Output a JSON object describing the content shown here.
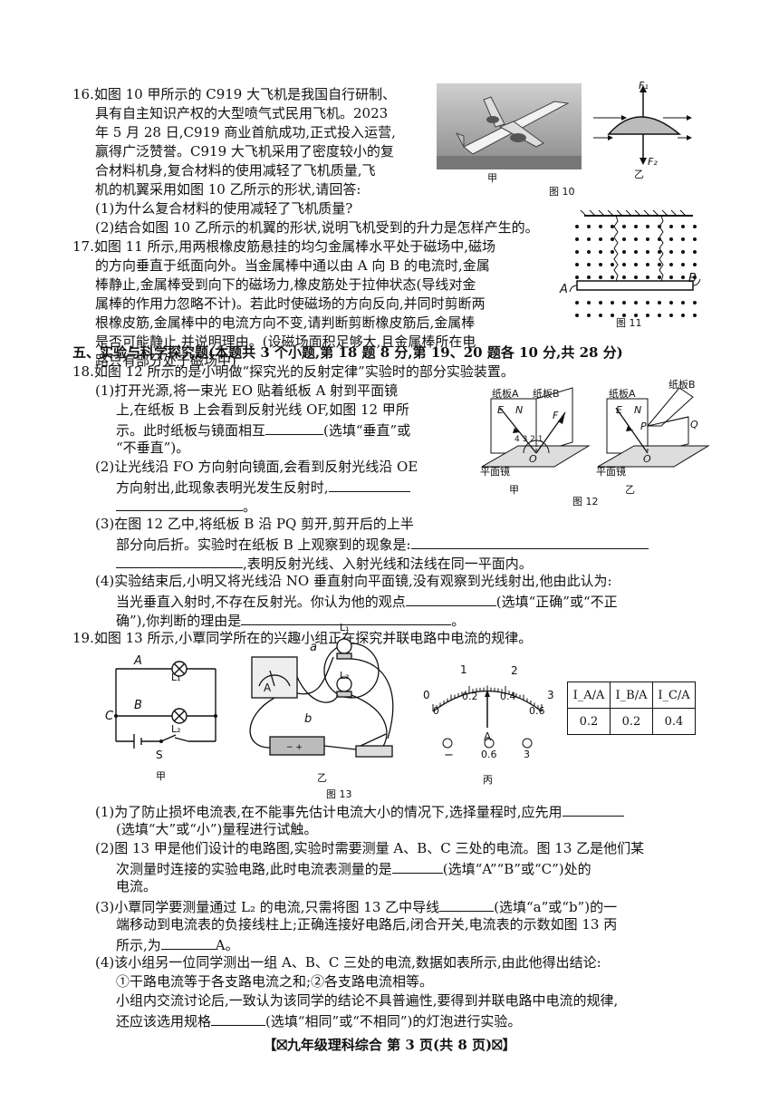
{
  "q16": {
    "lines": [
      "16.如图 10 甲所示的 C919 大飞机是我国自行研制、",
      "具有自主知识产权的大型喷气式民用飞机。2023",
      "年 5 月 28 日,C919 商业首航成功,正式投入运营,",
      "赢得广泛赞誉。C919 大飞机采用了密度较小的复",
      "合材料机身,复合材料的使用减轻了飞机质量,飞",
      "机的机翼采用如图 10 乙所示的形状,请回答:",
      "(1)为什么复合材料的使用减轻了飞机质量?",
      "(2)结合如图 10 乙所示的机翼的形状,说明飞机受到的升力是怎样产生的。"
    ],
    "fig_jia": "甲",
    "fig_yi": "乙",
    "fig_caption": "图 10",
    "f1": "F₁",
    "f2": "F₂"
  },
  "q17": {
    "lines": [
      "17.如图 11 所示,用两根橡皮筋悬挂的均匀金属棒水平处于磁场中,磁场",
      "的方向垂直于纸面向外。当金属棒中通以由 A 向 B 的电流时,金属",
      "棒静止,金属棒受到向下的磁场力,橡皮筋处于拉伸状态(导线对金",
      "属棒的作用力忽略不计)。若此时使磁场的方向反向,并同时剪断两",
      "根橡皮筋,金属棒中的电流方向不变,请判断剪断橡皮筋后,金属棒",
      "是否可能静止,并说明理由。(设磁场面积足够大,且金属棒所在电",
      "路只有部分处于磁场中)"
    ],
    "label_a": "A",
    "label_b": "B",
    "fig_caption": "图 11"
  },
  "section5": "五、实验与科学探究题(本题共 3 个小题,第 18 题 8 分,第 19、20 题各 10 分,共 28 分)",
  "q18": {
    "title": "18.如图 12 所示的是小明做“探究光的反射定律”实验时的部分实验装置。",
    "p1": [
      "(1)打开光源,将一束光 EO 贴着纸板 A 射到平面镜",
      "上,在纸板 B 上会看到反射光线 OF,如图 12 甲所",
      "示。此时纸板与镜面相互",
      "(选填“垂直”或",
      "“不垂直”)。"
    ],
    "p2": [
      "(2)让光线沿 FO 方向射向镜面,会看到反射光线沿 OE",
      "方向射出,此现象表明光发生反射时,",
      "。"
    ],
    "p3": [
      "(3)在图 12 乙中,将纸板 B 沿 PQ 剪开,剪开后的上半",
      "部分向后折。实验时在纸板 B 上观察到的现象是:",
      ",表明反射光线、入射光线和法线在同一平面内。"
    ],
    "p4": [
      "(4)实验结束后,小明又将光线沿 NO 垂直射向平面镜,没有观察到光线射出,他由此认为:",
      "当光垂直入射时,不存在反射光。你认为他的观点",
      "(选填“正确”或“不正",
      "确”),你判断的理由是",
      "。"
    ],
    "fig": {
      "board_a": "纸板A",
      "board_b": "纸板B",
      "mirror": "平面镜",
      "e": "E",
      "n": "N",
      "f": "F",
      "o": "O",
      "p": "P",
      "q": "Q",
      "angles": "4 3 2 1",
      "jia": "甲",
      "yi": "乙",
      "caption": "图 12"
    }
  },
  "q19": {
    "title": "19.如图 13 所示,小覃同学所在的兴趣小组正在探究并联电路中电流的规律。",
    "fig": {
      "jia": "甲",
      "yi": "乙",
      "bing": "丙",
      "caption": "图 13",
      "a": "A",
      "b": "B",
      "c": "C",
      "s": "S",
      "l1": "L₁",
      "l2": "L₂",
      "wire_a": "a",
      "wire_b": "b",
      "meter_scale_top": [
        "0",
        "1",
        "2",
        "3"
      ],
      "meter_scale_bottom": [
        "0",
        "0.2",
        "0.4",
        "0.6"
      ],
      "terminals": [
        "−",
        "0.6",
        "3"
      ],
      "ammeter_unit": "A"
    },
    "table": {
      "headers": [
        "I_A/A",
        "I_B/A",
        "I_C/A"
      ],
      "values": [
        "0.2",
        "0.2",
        "0.4"
      ]
    },
    "p1": [
      "(1)为了防止损坏电流表,在不能事先估计电流大小的情况下,选择量程时,应先用",
      "(选填“大”或“小”)量程进行试触。"
    ],
    "p2": [
      "(2)图 13 甲是他们设计的电路图,实验时需要测量 A、B、C 三处的电流。图 13 乙是他们某",
      "次测量时连接的实验电路,此时电流表测量的是",
      "(选填“A”“B”或“C”)处的",
      "电流。"
    ],
    "p3": [
      "(3)小覃同学要测量通过 L₂ 的电流,只需将图 13 乙中导线",
      "(选填“a”或“b”)的一",
      "端移动到电流表的负接线柱上;正确连接好电路后,闭合开关,电流表的示数如图 13 丙",
      "所示,为",
      "A。"
    ],
    "p4": [
      "(4)该小组另一位同学测出一组 A、B、C 三处的电流,数据如表所示,由此他得出结论:",
      "①干路电流等于各支路电流之和;②各支路电流相等。",
      "小组内交流讨论后,一致认为该同学的结论不具普遍性,要得到并联电路中电流的规律,",
      "还应该选用规格",
      "(选填“相同”或“不相同”)的灯泡进行实验。"
    ]
  },
  "footer": "【⛝九年级理科综合  第 3 页(共 8 页)⛝】"
}
